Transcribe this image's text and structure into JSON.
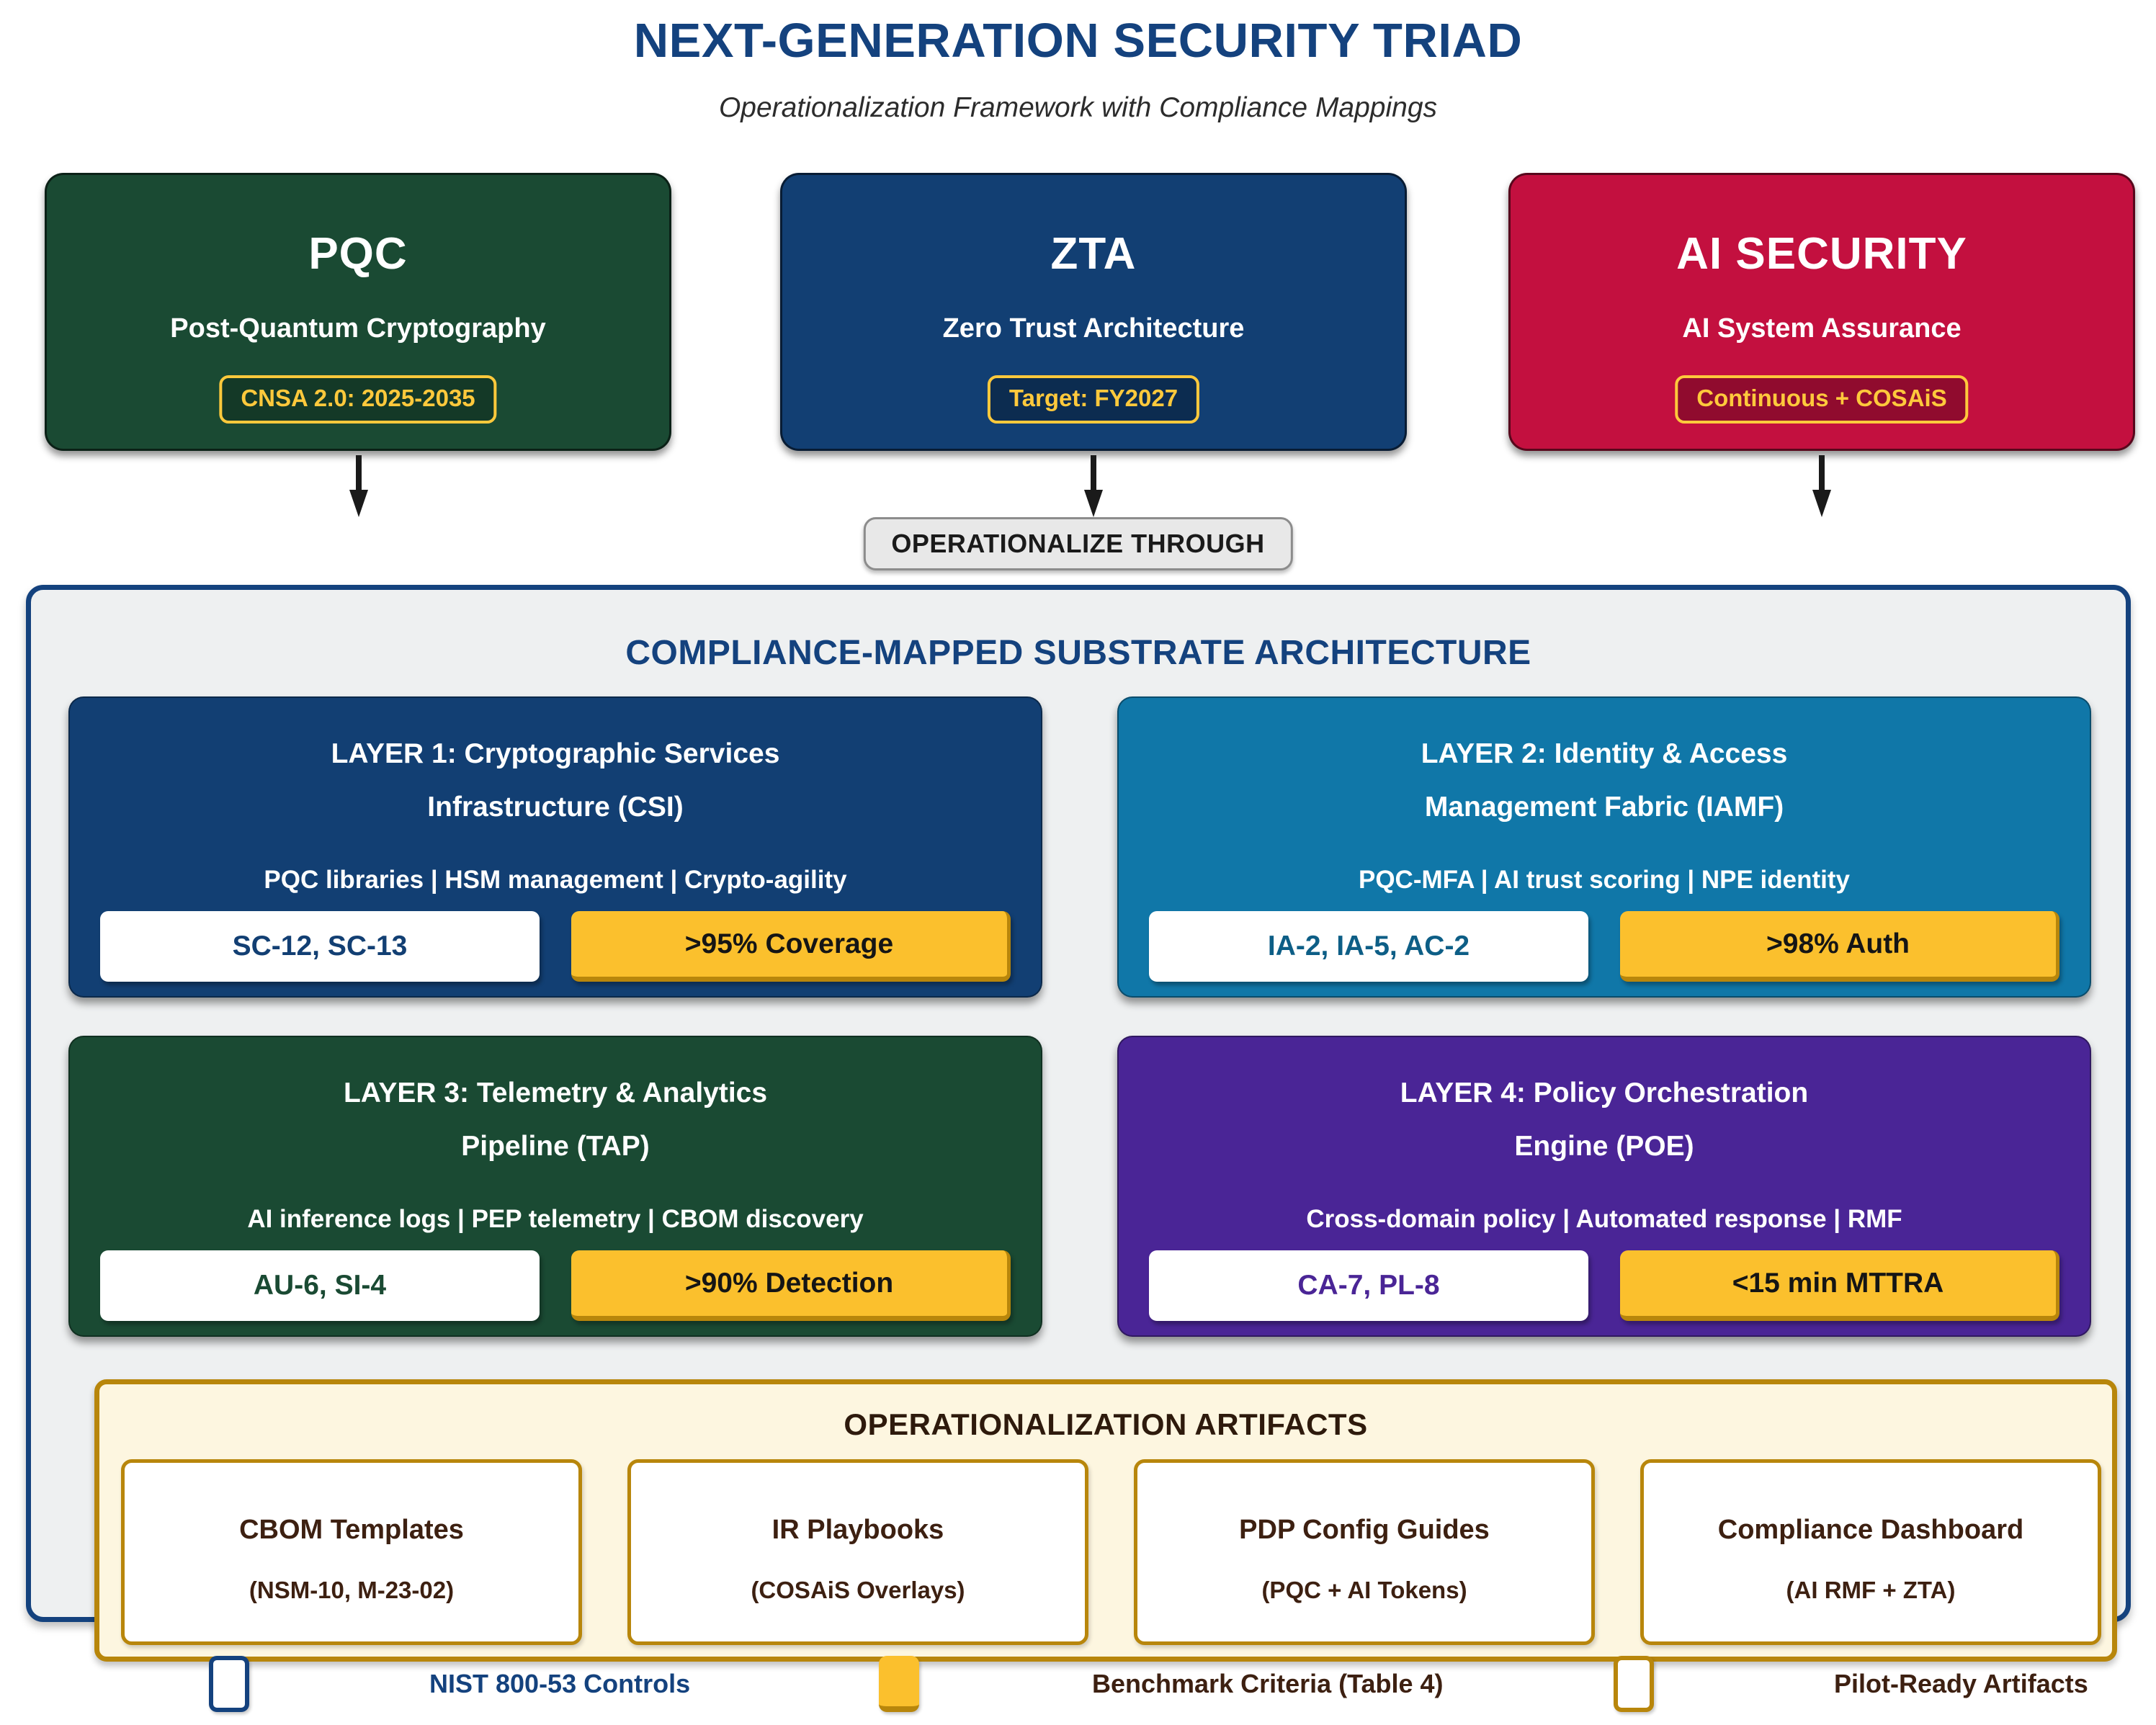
{
  "header": {
    "title": "NEXT-GENERATION SECURITY TRIAD",
    "subtitle": "Operationalization Framework with Compliance Mappings"
  },
  "pillars": [
    {
      "abbr": "PQC",
      "name": "Post-Quantum Cryptography",
      "badge": "CNSA 2.0: 2025-2035",
      "color": "#1a4a33"
    },
    {
      "abbr": "ZTA",
      "name": "Zero Trust Architecture",
      "badge": "Target: FY2027",
      "color": "#123f73"
    },
    {
      "abbr": "AI SECURITY",
      "name": "AI System Assurance",
      "badge": "Continuous + COSAiS",
      "color": "#c3103f"
    }
  ],
  "connector": {
    "label": "OPERATIONALIZE THROUGH"
  },
  "substrate": {
    "title": "COMPLIANCE-MAPPED SUBSTRATE ARCHITECTURE",
    "layers": [
      {
        "line1": "LAYER 1: Cryptographic Services",
        "line2": "Infrastructure (CSI)",
        "capabilities": "PQC libraries  |  HSM management  |  Crypto-agility",
        "controls": "SC-12, SC-13",
        "benchmark": ">95% Coverage",
        "color": "#123f73"
      },
      {
        "line1": "LAYER 2: Identity & Access",
        "line2": "Management Fabric (IAMF)",
        "capabilities": "PQC-MFA  |  AI trust scoring  |  NPE identity",
        "controls": "IA-2, IA-5, AC-2",
        "benchmark": ">98% Auth",
        "color": "#1077a8"
      },
      {
        "line1": "LAYER 3: Telemetry & Analytics",
        "line2": "Pipeline (TAP)",
        "capabilities": "AI inference logs  |  PEP telemetry  |  CBOM discovery",
        "controls": "AU-6, SI-4",
        "benchmark": ">90% Detection",
        "color": "#1a4a33"
      },
      {
        "line1": "LAYER 4: Policy Orchestration",
        "line2": "Engine (POE)",
        "capabilities": "Cross-domain policy  |  Automated response  |  RMF",
        "controls": "CA-7, PL-8",
        "benchmark": "<15 min MTTRA",
        "color": "#4a2596"
      }
    ],
    "artifacts": {
      "title": "OPERATIONALIZATION ARTIFACTS",
      "items": [
        {
          "name": "CBOM Templates",
          "ref": "(NSM-10, M-23-02)"
        },
        {
          "name": "IR Playbooks",
          "ref": "(COSAiS Overlays)"
        },
        {
          "name": "PDP Config Guides",
          "ref": "(PQC + AI Tokens)"
        },
        {
          "name": "Compliance Dashboard",
          "ref": "(AI RMF + ZTA)"
        }
      ]
    }
  },
  "legend": [
    {
      "label": "NIST 800-53 Controls",
      "swatch": "white-navy-border"
    },
    {
      "label": "Benchmark Criteria (Table 4)",
      "swatch": "gold-fill"
    },
    {
      "label": "Pilot-Ready Artifacts",
      "swatch": "white-gold-border"
    }
  ],
  "colors": {
    "title_blue": "#14427e",
    "pqc_green": "#1a4a33",
    "zta_navy": "#123f73",
    "ai_crimson": "#c3103f",
    "layer2_teal": "#1077a8",
    "layer4_purple": "#4a2596",
    "gold": "#fbc02d",
    "gold_dark": "#b8860b",
    "badge_gold": "#ffc93c",
    "substrate_bg": "#eef0f1",
    "artifacts_bg": "#fdf6e0"
  }
}
